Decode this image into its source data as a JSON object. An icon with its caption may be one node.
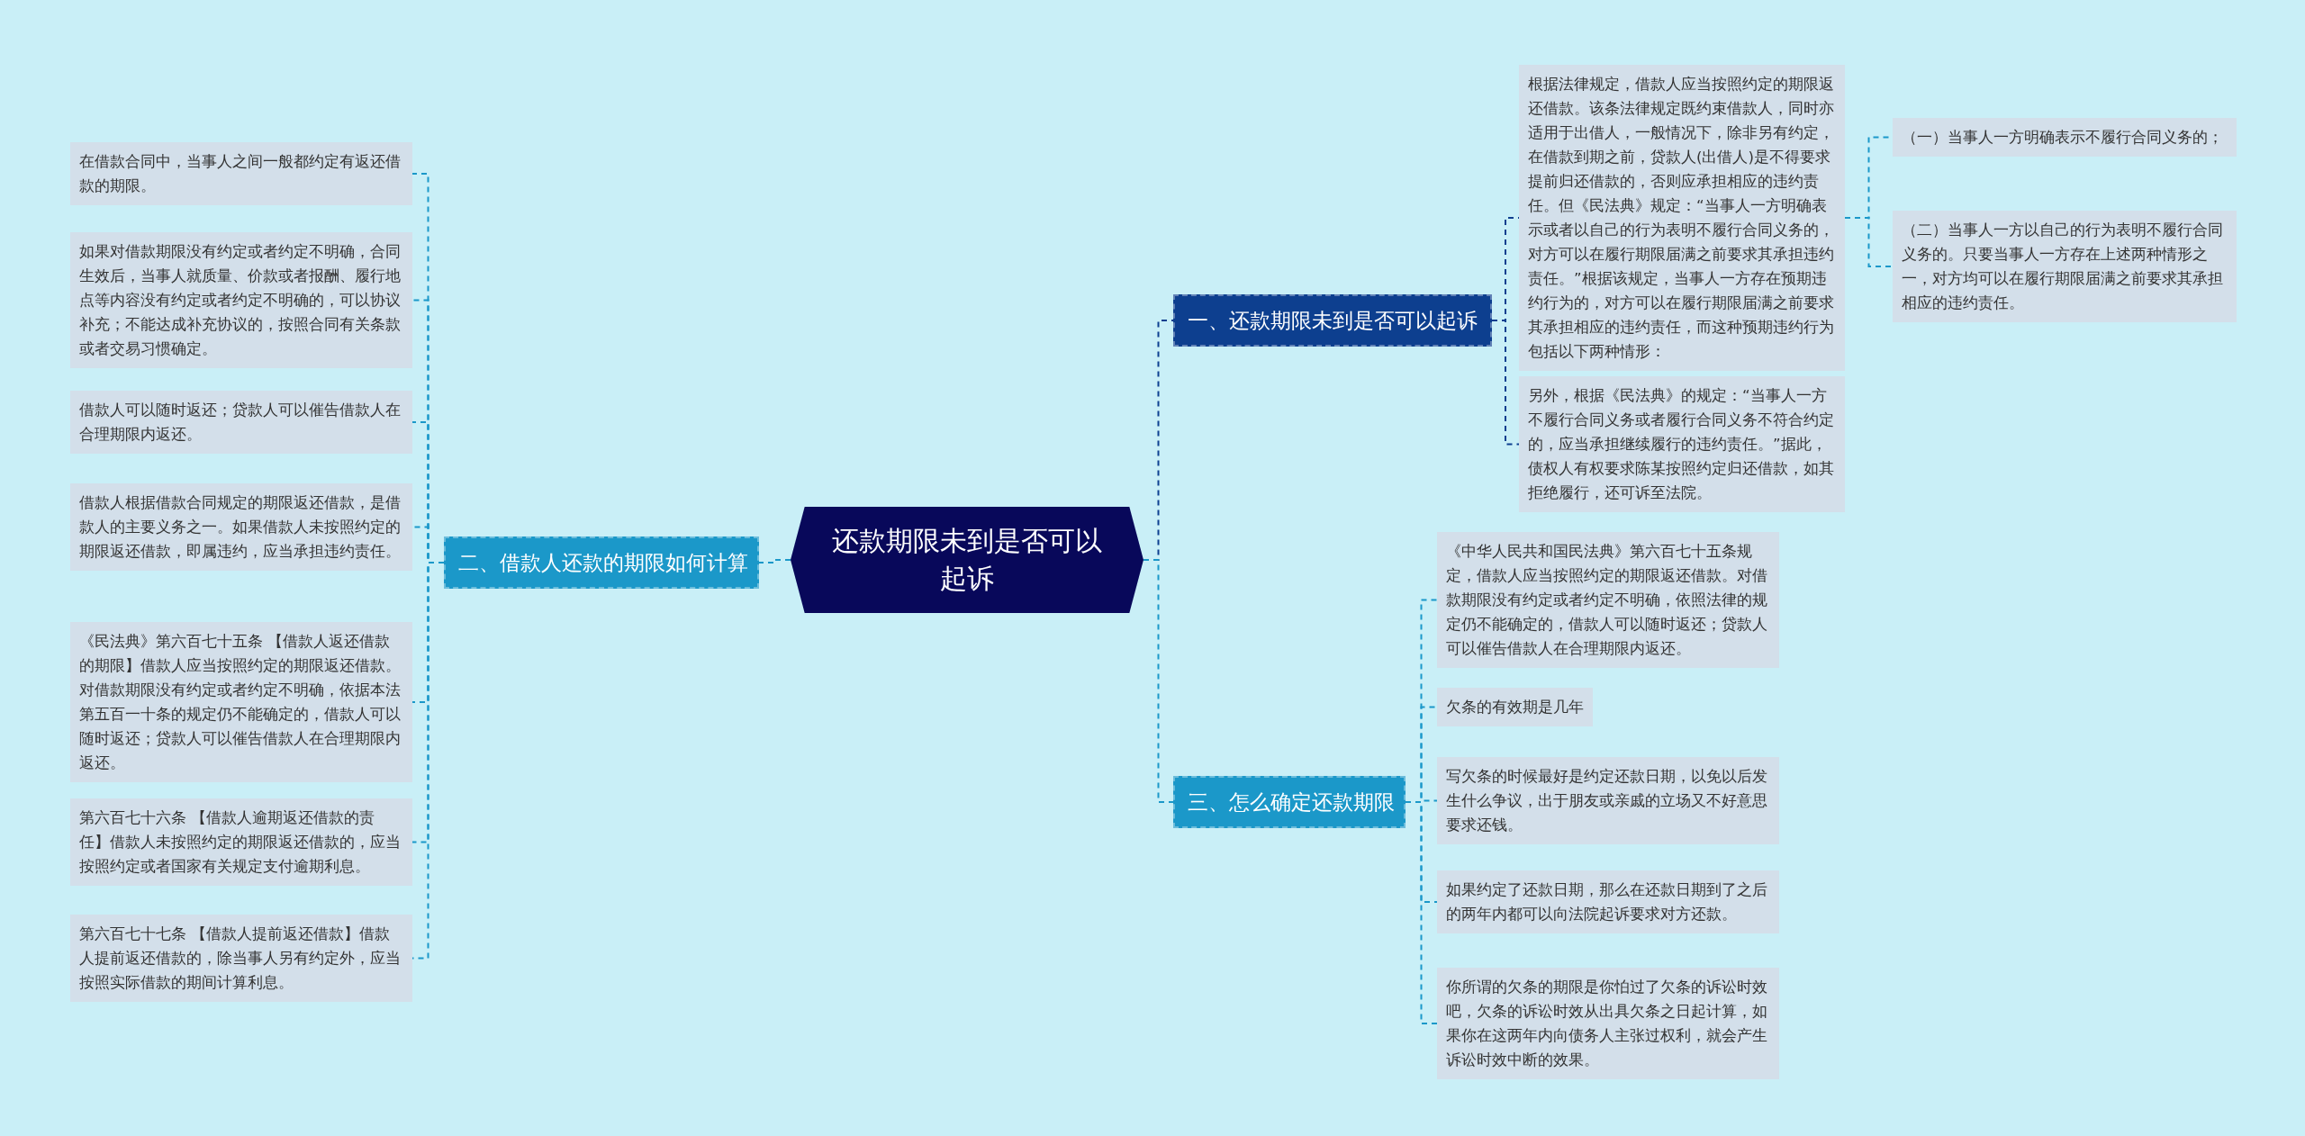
{
  "diagram": {
    "nodes": [
      {
        "text": [
          "还款期限未到是否可以起诉"
        ]
      },
      {
        "text": [
          "一、还款期限未到是否可以起诉"
        ]
      },
      {
        "text": [
          "根据法律规定，借款人应当按照约定的期限返还借款。该条法律规定既约束借款人，同时亦适用于出借人，一般情况下，除非另有约定，在借款到期之前，贷款人(出借人)是不得要求提前归还借款的，否则应承担相应的违约责任。但《民法典》规定：“当事人一方明确表示或者以自己的行为表明不履行合同义务的，对方可以在履行期限届满之前要求其承担违约责任。”根据该规定，当事人一方存在预期违约行为的，对方可以在履行期限届满之前要求其承担相应的违约责任，而这种预期违约行为包括以下两种情形："
        ]
      },
      {
        "text": [
          "（一）当事人一方明确表示不履行合同义务的；"
        ]
      },
      {
        "text": [
          "（二）当事人一方以自己的行为表明不履行合同义务的。只要当事人一方存在上述两种情形之一，对方均可以在履行期限届满之前要求其承担相应的违约责任。"
        ]
      },
      {
        "text": [
          "另外，根据《民法典》的规定：“当事人一方不履行合同义务或者履行合同义务不符合约定的，应当承担继续履行的违约责任。”据此，债权人有权要求陈某按照约定归还借款，如其拒绝履行，还可诉至法院。"
        ]
      },
      {
        "text": [
          "三、怎么确定还款期限"
        ]
      },
      {
        "text": [
          "《中华人民共和国民法典》第六百七十五条规定，借款人应当按照约定的期限返还借款。对借款期限没有约定或者约定不明确，依照法律的规定仍不能确定的，借款人可以随时返还；贷款人可以催告借款人在合理期限内返还。"
        ]
      },
      {
        "text": [
          "欠条的有效期是几年"
        ]
      },
      {
        "text": [
          "写欠条的时候最好是约定还款日期，以免以后发生什么争议，出于朋友或亲戚的立场又不好意思要求还钱。"
        ]
      },
      {
        "text": [
          "如果约定了还款日期，那么在还款日期到了之后的两年内都可以向法院起诉要求对方还款。"
        ]
      },
      {
        "text": [
          "你所谓的欠条的期限是你怕过了欠条的诉讼时效吧，欠条的诉讼时效从出具欠条之日起计算，如果你在这两年内向债务人主张过权利，就会产生诉讼时效中断的效果。"
        ]
      },
      {
        "text": [
          "二、借款人还款的期限如何计算"
        ]
      },
      {
        "text": [
          "在借款合同中，当事人之间一般都约定有返还借款的期限。"
        ]
      },
      {
        "text": [
          "如果对借款期限没有约定或者约定不明确，合同生效后，当事人就质量、价款或者报酬、履行地点等内容没有约定或者约定不明确的，可以协议补充；不能达成补充协议的，按照合同有关条款或者交易习惯确定。"
        ]
      },
      {
        "text": [
          "借款人可以随时返还；贷款人可以催告借款人在合理期限内返还。"
        ]
      },
      {
        "text": [
          "借款人根据借款合同规定的期限返还借款，是借款人的主要义务之一。如果借款人未按照约定的期限返还借款，即属违约，应当承担违约责任。"
        ]
      },
      {
        "text": [
          "《民法典》第六百七十五条 【借款人返还借款的期限】借款人应当按照约定的期限返还借款。对借款期限没有约定或者约定不明确，依据本法第五百一十条的规定仍不能确定的，借款人可以随时返还；贷款人可以催告借款人在合理期限内返还。"
        ]
      },
      {
        "text": [
          "第六百七十六条 【借款人逾期返还借款的责任】借款人未按照约定的期限返还借款的，应当按照约定或者国家有关规定支付逾期利息。"
        ]
      },
      {
        "text": [
          "第六百七十七条 【借款人提前返还借款】借款人提前返还借款的，除当事人另有约定外，应当按照实际借款的期间计算利息。"
        ]
      }
    ],
    "edges": [
      {
        "from": 0,
        "to": 1,
        "arrow": "none"
      },
      {
        "from": 1,
        "to": 2,
        "arrow": "none"
      },
      {
        "from": 2,
        "to": 3,
        "arrow": "none"
      },
      {
        "from": 2,
        "to": 4,
        "arrow": "none"
      },
      {
        "from": 1,
        "to": 5,
        "arrow": "none"
      },
      {
        "from": 0,
        "to": 6,
        "arrow": "none"
      },
      {
        "from": 6,
        "to": 7,
        "arrow": "none"
      },
      {
        "from": 6,
        "to": 8,
        "arrow": "none"
      },
      {
        "from": 6,
        "to": 9,
        "arrow": "none"
      },
      {
        "from": 6,
        "to": 10,
        "arrow": "none"
      },
      {
        "from": 6,
        "to": 11,
        "arrow": "none"
      },
      {
        "from": 0,
        "to": 12,
        "arrow": "none"
      },
      {
        "from": 12,
        "to": 13,
        "arrow": "none"
      },
      {
        "from": 12,
        "to": 14,
        "arrow": "none"
      },
      {
        "from": 12,
        "to": 15,
        "arrow": "none"
      },
      {
        "from": 12,
        "to": 16,
        "arrow": "none"
      },
      {
        "from": 12,
        "to": 17,
        "arrow": "none"
      },
      {
        "from": 12,
        "to": 18,
        "arrow": "none"
      },
      {
        "from": 12,
        "to": 19,
        "arrow": "none"
      }
    ]
  }
}
